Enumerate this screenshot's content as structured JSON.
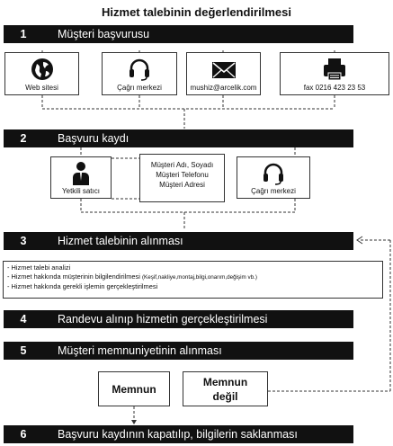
{
  "title": "Hizmet talebinin değerlendirilmesi",
  "steps": [
    {
      "num": "1",
      "label": "Müşteri başvurusu"
    },
    {
      "num": "2",
      "label": "Başvuru kaydı"
    },
    {
      "num": "3",
      "label": "Hizmet talebinin alınması"
    },
    {
      "num": "4",
      "label": "Randevu alınıp hizmetin gerçekleştirilmesi"
    },
    {
      "num": "5",
      "label": "Müşteri memnuniyetinin alınması"
    },
    {
      "num": "6",
      "label": "Başvuru kaydının kapatılıp, bilgilerin saklanması"
    }
  ],
  "channels": [
    {
      "label": "Web sitesi",
      "icon": "globe-icon"
    },
    {
      "label": "Çağrı merkezi",
      "icon": "headset-icon"
    },
    {
      "label": "mushiz@arcelik.com",
      "icon": "envelope-icon"
    },
    {
      "label": "fax 0216 423 23 53",
      "icon": "fax-icon"
    }
  ],
  "record": {
    "dealer": "Yetkili satıcı",
    "info": [
      "Müşteri Adı, Soyadı",
      "Müşteri Telefonu",
      "Müşteri Adresi"
    ],
    "callcenter": "Çağrı merkezi"
  },
  "notes": {
    "line1": "- Hizmet talebi analizi",
    "line2_main": "- Hizmet hakkında müşterinin bilgilendirilmesi",
    "line2_detail": "(Keşif,nakliye,montaj,bilgi,onarım,değişim vb.)",
    "line3": "- Hizmet hakkında gerekli işlemin gerçekleştirilmesi"
  },
  "satisfaction": {
    "yes": "Memnun",
    "no_line1": "Memnun",
    "no_line2": "değil"
  },
  "colors": {
    "bar": "#111111",
    "line": "#333333"
  }
}
